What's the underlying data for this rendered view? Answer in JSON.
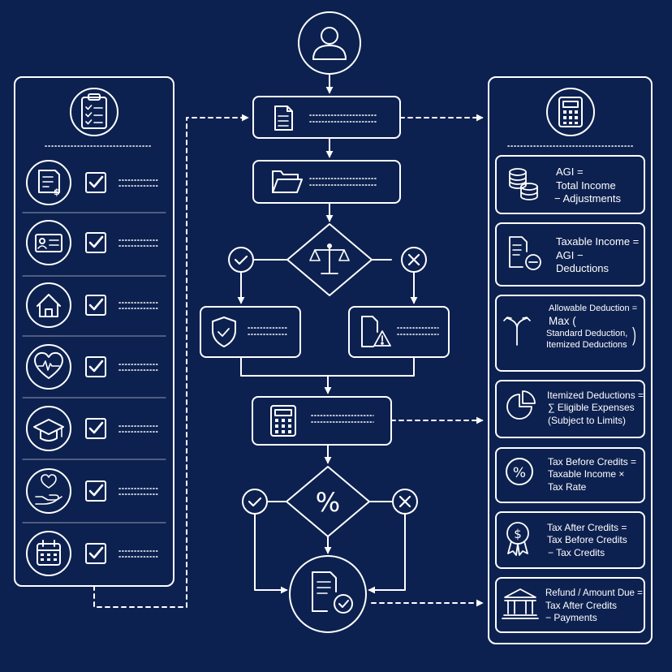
{
  "colors": {
    "background": "#0d2150",
    "line": "#ffffff"
  },
  "left_panel": {
    "header_icon": "clipboard-checklist-icon",
    "rows": [
      {
        "icon": "income-document-icon",
        "checked": true
      },
      {
        "icon": "id-card-icon",
        "checked": true
      },
      {
        "icon": "house-icon",
        "checked": true
      },
      {
        "icon": "heart-health-icon",
        "checked": true
      },
      {
        "icon": "graduation-cap-icon",
        "checked": true
      },
      {
        "icon": "charity-hand-heart-icon",
        "checked": true
      },
      {
        "icon": "calendar-icon",
        "checked": true
      }
    ]
  },
  "flow": {
    "start_icon": "user-icon",
    "steps": [
      {
        "id": "document",
        "icon": "document-icon"
      },
      {
        "id": "folder",
        "icon": "folder-icon"
      },
      {
        "id": "check-decision",
        "icon": "scales-icon"
      },
      {
        "id": "approved",
        "icon": "shield-check-icon"
      },
      {
        "id": "warning",
        "icon": "document-warning-icon"
      },
      {
        "id": "calculate",
        "icon": "calculator-icon"
      },
      {
        "id": "rate-decision",
        "icon": "percent-icon",
        "symbol": "%"
      },
      {
        "id": "final",
        "icon": "document-check-icon"
      }
    ]
  },
  "right_panel": {
    "header_icon": "calculator-icon",
    "formulas": [
      {
        "icon": "coins-stack-icon",
        "lines": [
          "AGI =",
          "Total Income",
          "− Adjustments"
        ]
      },
      {
        "icon": "document-minus-icon",
        "lines": [
          "Taxable Income =",
          "AGI −",
          "Deductions"
        ]
      },
      {
        "icon": "split-arrow-icon",
        "head": "Allowable Deduction =",
        "max_label": "Max",
        "open_paren": "(",
        "close_paren": ")",
        "lines": [
          "Standard Deduction,",
          "Itemized Deductions"
        ]
      },
      {
        "icon": "pie-chart-icon",
        "lines": [
          "Itemized Deductions =",
          "∑ Eligible Expenses",
          "(Subject to Limits)"
        ]
      },
      {
        "icon": "percent-circle-icon",
        "lines": [
          "Tax Before Credits =",
          "Taxable Income ×",
          "Tax Rate"
        ]
      },
      {
        "icon": "dollar-award-icon",
        "lines": [
          "Tax After Credits =",
          "Tax Before Credits",
          "− Tax Credits"
        ]
      },
      {
        "icon": "bank-icon",
        "lines": [
          "Refund / Amount Due =",
          "Tax After Credits",
          "− Payments"
        ]
      }
    ]
  }
}
